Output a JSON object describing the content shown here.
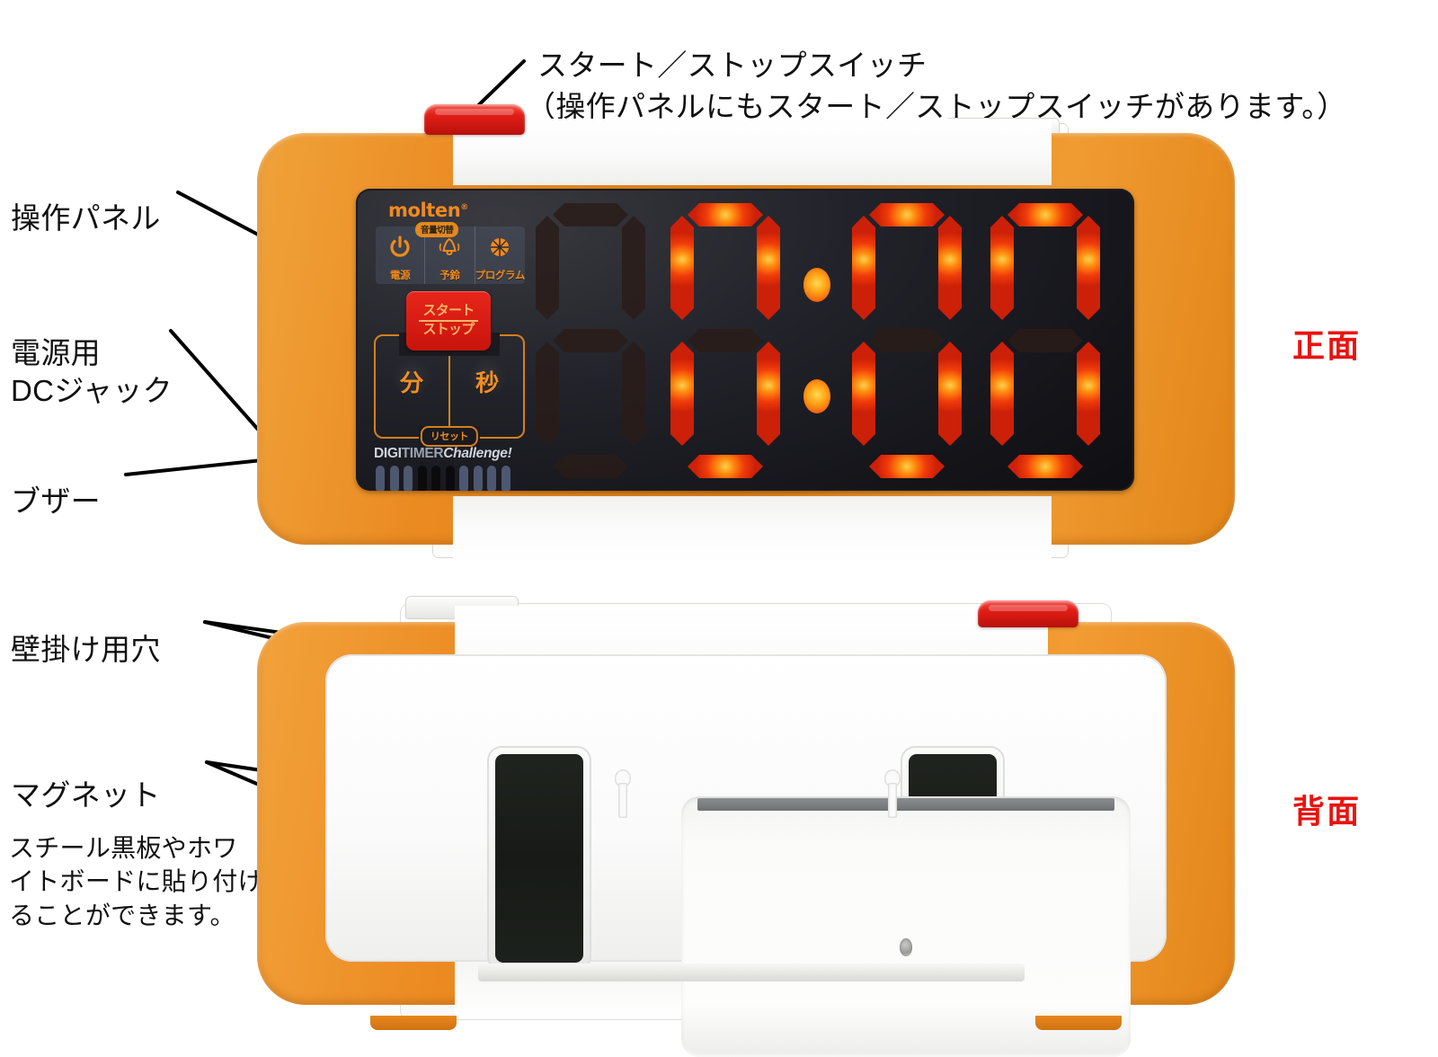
{
  "product": {
    "brand": "molten",
    "brand_mark": "®",
    "model_line": "DIGI",
    "model_line_2": "TIMER",
    "model_line_3": "Challenge!"
  },
  "front_view": {
    "side_label": "正面",
    "top_switch_callout": {
      "title": "スタート／ストップスイッチ",
      "note": "（操作パネルにもスタート／ストップスイッチがあります。）"
    },
    "callouts": [
      {
        "id": "control-panel",
        "text": "操作パネル"
      },
      {
        "id": "dc-jack",
        "text": "電源用\nDCジャック"
      },
      {
        "id": "buzzer",
        "text": "ブザー"
      }
    ],
    "control_panel": {
      "buttons": [
        {
          "id": "power",
          "label": "電源",
          "icon": "power-icon"
        },
        {
          "id": "prebell",
          "label": "予鈴",
          "icon": "bell-icon",
          "badge": "音量切替"
        },
        {
          "id": "program",
          "label": "プログラム",
          "icon": "program-icon"
        }
      ],
      "start_stop": {
        "line1": "スタート",
        "line2": "ストップ"
      },
      "minute_label": "分",
      "second_label": "秒",
      "reset_label": "リセット"
    },
    "display": {
      "value": " 0:00",
      "digits": [
        "",
        "0",
        "0",
        "0"
      ],
      "separator": ":",
      "segments": [
        {
          "a": false,
          "b": false,
          "c": false,
          "d": false,
          "e": false,
          "f": false,
          "g": false
        },
        {
          "a": true,
          "b": true,
          "c": true,
          "d": true,
          "e": true,
          "f": true,
          "g": false
        },
        {
          "a": true,
          "b": true,
          "c": true,
          "d": true,
          "e": true,
          "f": true,
          "g": false
        },
        {
          "a": true,
          "b": true,
          "c": true,
          "d": true,
          "e": true,
          "f": true,
          "g": false
        }
      ],
      "colon_lit": true
    }
  },
  "back_view": {
    "side_label": "背面",
    "callouts": [
      {
        "id": "wall-holes",
        "text": "壁掛け用穴"
      },
      {
        "id": "magnet",
        "text": "マグネット"
      }
    ],
    "magnet_note": "スチール黒板やホワ\nイトボードに貼り付け\nることができます。",
    "wall_hole_count": 2,
    "magnet_count": 2
  },
  "colors": {
    "orange": "#ea8a21",
    "red_switch": "#e21f17",
    "led_red": "#f03c0a",
    "led_core": "#ffd24a",
    "label_red": "#e8130f",
    "face_black": "#17171c",
    "chassis_white": "#fbfbfa"
  }
}
